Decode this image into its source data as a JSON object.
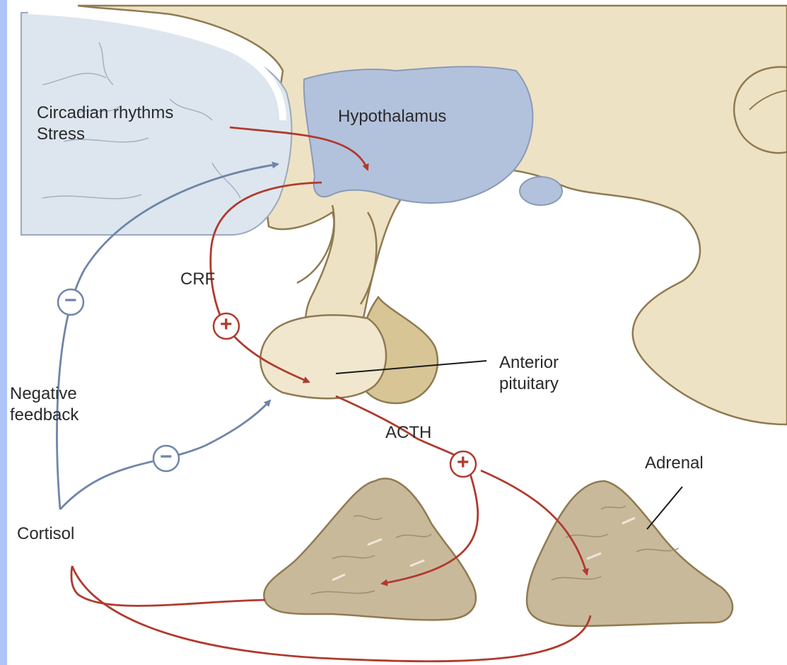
{
  "labels": {
    "circadian": "Circadian rhythms",
    "stress": "Stress",
    "hypothalamus": "Hypothalamus",
    "crf": "CRF",
    "anterior_line1": "Anterior",
    "anterior_line2": "pituitary",
    "negative_line1": "Negative",
    "negative_line2": "feedback",
    "acth": "ACTH",
    "adrenal": "Adrenal",
    "cortisol": "Cortisol"
  },
  "symbols": {
    "plus": "+",
    "minus": "−"
  },
  "colors": {
    "border_blue": "#aec6f7",
    "tissue_tan": "#eee2c4",
    "tissue_outline": "#8f7b51",
    "brain_blue": "#dde6ee",
    "hypothalamus_blue": "#b3c2dc",
    "pituitary_posterior": "#d7c595",
    "adrenal_fill": "#c9b99b",
    "stimulation_red": "#b03a2e",
    "feedback_blue": "#6f85a8"
  }
}
